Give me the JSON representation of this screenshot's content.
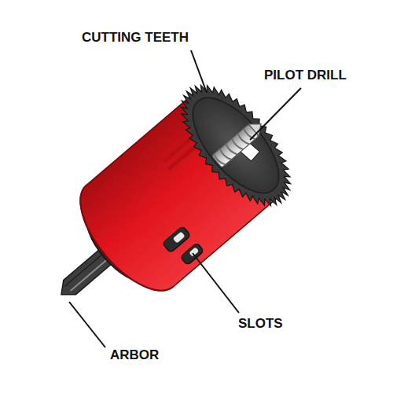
{
  "diagram": {
    "labels": [
      "CUTTING TEETH",
      "PILOT DRILL",
      "SLOTS",
      "ARBOR"
    ]
  }
}
